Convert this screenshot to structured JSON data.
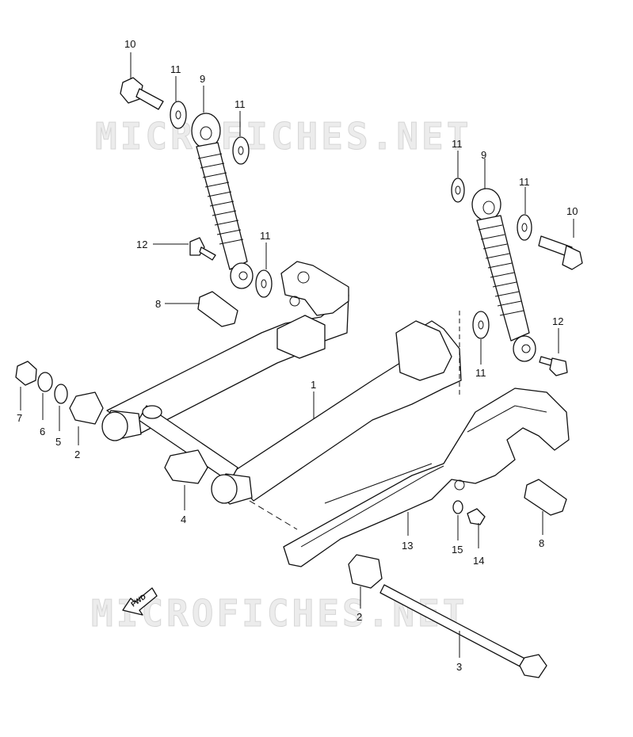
{
  "watermark": "MICROFICHES.NET",
  "fwd_label": "FWD",
  "callouts": {
    "c1": "1",
    "c2a": "2",
    "c2b": "2",
    "c3": "3",
    "c4": "4",
    "c5": "5",
    "c6": "6",
    "c7": "7",
    "c8a": "8",
    "c8b": "8",
    "c9a": "9",
    "c9b": "9",
    "c10a": "10",
    "c10b": "10",
    "c11a": "11",
    "c11b": "11",
    "c11c": "11",
    "c11d": "11",
    "c11e": "11",
    "c11f": "11",
    "c12a": "12",
    "c12b": "12",
    "c13": "13",
    "c14": "14",
    "c15": "15"
  }
}
